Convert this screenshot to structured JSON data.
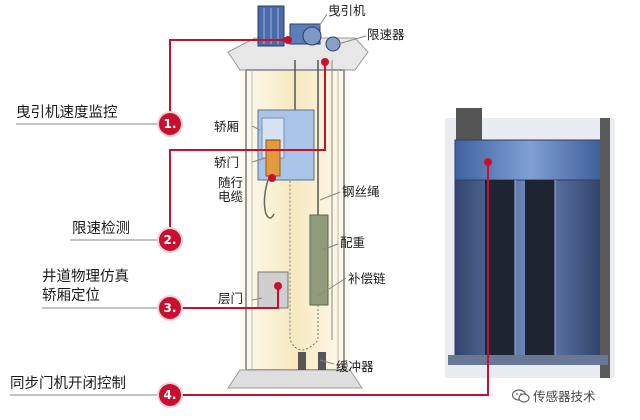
{
  "labels": {
    "traction_machine": "曳引机",
    "speed_limiter": "限速器",
    "car": "轿厢",
    "car_door": "轿门",
    "traveling_cable": "随行\n电缆",
    "wire_rope": "钢丝绳",
    "counterweight": "配重",
    "compensation_chain": "补偿链",
    "landing_door": "层门",
    "buffer": "缓冲器"
  },
  "callouts": [
    {
      "num": "1.",
      "text": "曳引机速度监控"
    },
    {
      "num": "2.",
      "text": "限速检测"
    },
    {
      "num": "3.",
      "text": "井道物理仿真\n轿厢定位"
    },
    {
      "num": "4.",
      "text": "同步门机开闭控制"
    }
  ],
  "watermark": "传感器技术",
  "colors": {
    "accent": "#c8102e",
    "shaft_glow": "#f6e7b8",
    "car_blue": "#5b7fb7"
  }
}
